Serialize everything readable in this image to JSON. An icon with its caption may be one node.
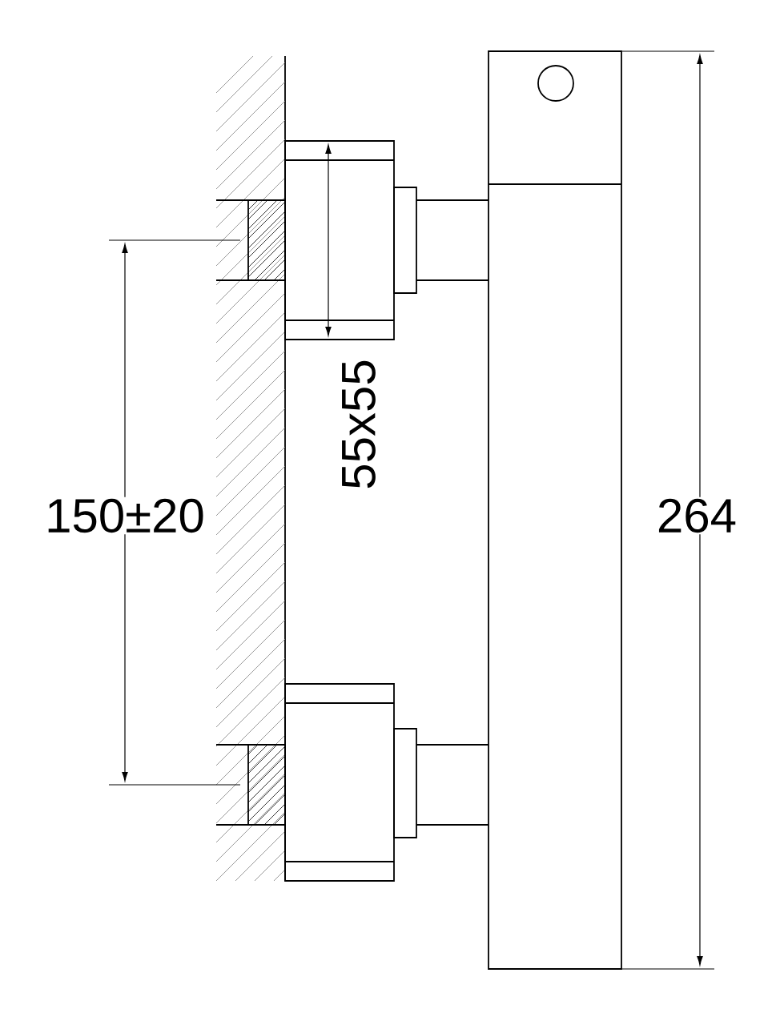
{
  "diagram": {
    "labels": [
      "150±20",
      "55x55",
      "264"
    ]
  }
}
